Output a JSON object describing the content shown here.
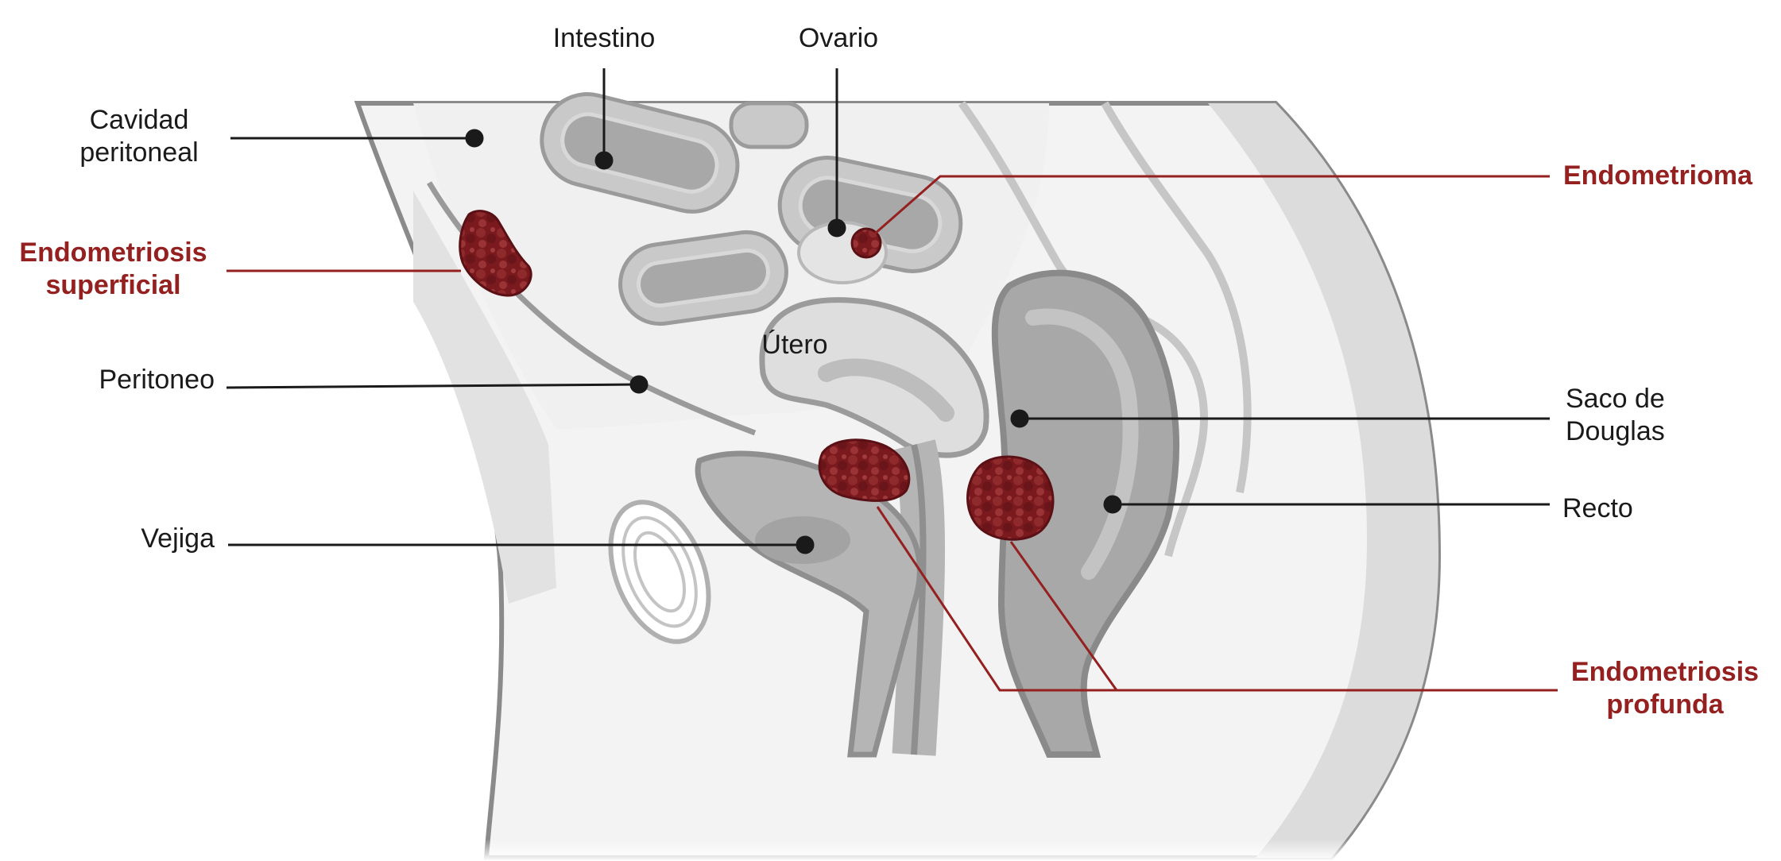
{
  "labels": {
    "intestino": "Intestino",
    "ovario": "Ovario",
    "cavidad": "Cavidad\nperitoneal",
    "endometrioma": "Endometrioma",
    "superficial": "Endometriosis\nsuperficial",
    "utero": "Útero",
    "peritoneo": "Peritoneo",
    "saco": "Saco de\nDouglas",
    "recto": "Recto",
    "vejiga": "Vejiga",
    "profunda": "Endometriosis\nprofunda"
  },
  "colors": {
    "lesion": "#7a1a1e",
    "accent_label": "#94201f",
    "leader": "#1a1a1a",
    "organ_dark": "#9b9b9b",
    "organ_light": "#e6e6e6"
  }
}
